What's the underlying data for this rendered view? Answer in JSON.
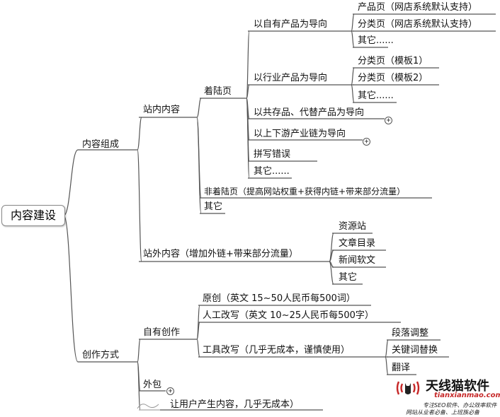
{
  "root": "内容建设",
  "level1": {
    "content_composition": "内容组成",
    "creation_method": "创作方式"
  },
  "level2": {
    "onsite_content": "站内内容",
    "offsite_content": "站外内容（增加外链+带来部分流量）",
    "self_creation": "自有创作",
    "outsourcing": "外包",
    "ugc": "让用户产生内容，几乎无成本）"
  },
  "level3": {
    "landing_page": "着陆页",
    "non_landing_page": "非着陆页（提高网站权重+获得内链+带来部分流量）",
    "other": "其它"
  },
  "landing_children": {
    "own_products": "以自有产品为导向",
    "industry_products": "以行业产品为导向",
    "common_products": "以共存品、代替产品为导向",
    "supply_chain": "以上下游产业链为导向",
    "typos": "拼写错误",
    "other": "其它......"
  },
  "own_products_children": [
    "产品页（网店系统默认支持）",
    "分类页（网店系统默认支持）",
    "其它......"
  ],
  "industry_children": [
    "分类页（模板1）",
    "分类页（模板2）",
    "其它......"
  ],
  "offsite_children": [
    "资源站",
    "文章目录",
    "新闻软文",
    "其它"
  ],
  "self_creation_children": {
    "original": "原创（英文 15~50人民币每500词）",
    "manual_rewrite": "人工改写（英文 10~25人民币每500字）",
    "tool_rewrite": "工具改写（几乎无成本，谨慎使用）"
  },
  "tool_rewrite_children": [
    "段落调整",
    "关键词替换",
    "翻译"
  ],
  "logo": {
    "name": "天线猫软件",
    "domain": "tianxianmao.com",
    "tagline1": "专注SEO软件、办公效率软件",
    "tagline2": "网站从业者必备、上班族必备"
  },
  "colors": {
    "line": "#555555",
    "text": "#111111",
    "logo_red": "#c62828"
  }
}
